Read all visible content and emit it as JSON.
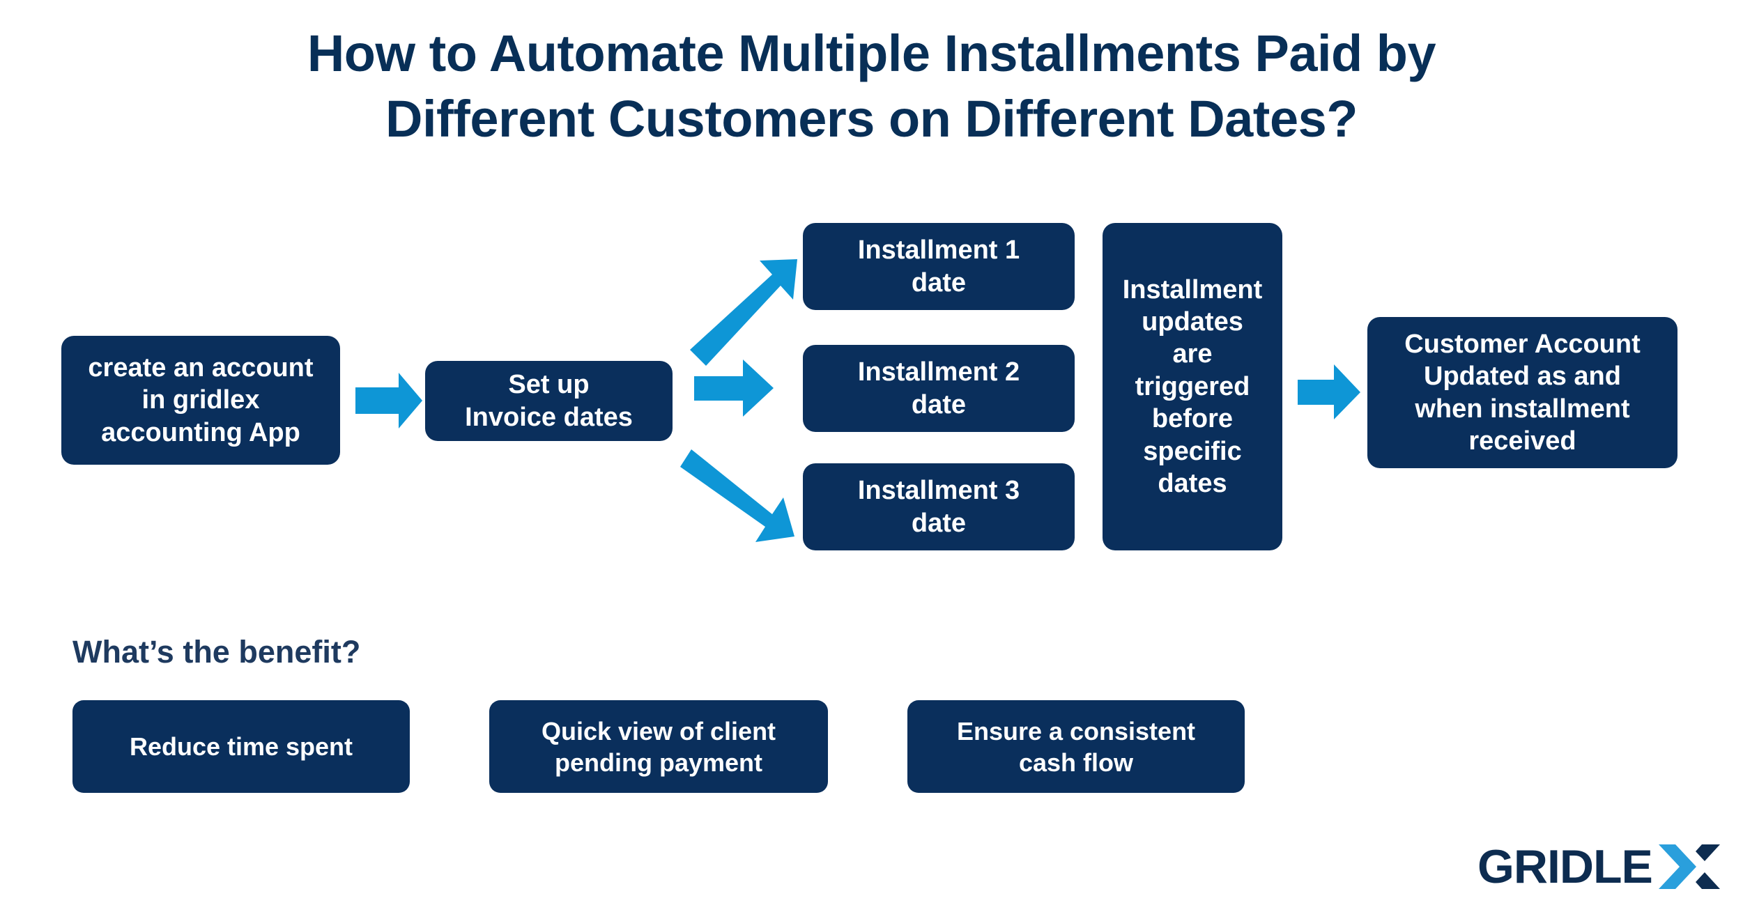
{
  "title": {
    "line1": "How to Automate Multiple Installments Paid by",
    "line2": "Different Customers on Different Dates?",
    "color": "#082f57"
  },
  "colors": {
    "node_navy": "#0a2f5c",
    "arrow_blue": "#0e96d6",
    "logo_navy": "#0d2c50",
    "logo_blue": "#2a9fdc",
    "background": "#ffffff",
    "text_white": "#ffffff"
  },
  "flow": {
    "nodes": [
      {
        "id": "create",
        "label": "create an account\nin gridlex\naccounting App"
      },
      {
        "id": "setup",
        "label": "Set up\nInvoice dates"
      },
      {
        "id": "inst1",
        "label": "Installment 1\ndate"
      },
      {
        "id": "inst2",
        "label": "Installment 2\ndate"
      },
      {
        "id": "inst3",
        "label": "Installment 3\ndate"
      },
      {
        "id": "trigger",
        "label": "Installment\nupdates\nare\ntriggered\nbefore\nspecific\ndates"
      },
      {
        "id": "customer",
        "label": "Customer Account\nUpdated as and\nwhen installment\nreceived"
      }
    ],
    "arrows": [
      {
        "id": "create-to-setup",
        "direction": "right"
      },
      {
        "id": "setup-to-inst1",
        "direction": "up-right"
      },
      {
        "id": "setup-to-inst2",
        "direction": "right"
      },
      {
        "id": "setup-to-inst3",
        "direction": "down-right"
      },
      {
        "id": "trigger-to-customer",
        "direction": "right"
      }
    ]
  },
  "benefits": {
    "heading": "What’s the benefit?",
    "items": [
      {
        "id": "reduce-time",
        "label": "Reduce time spent"
      },
      {
        "id": "quick-view",
        "label": "Quick view of client\npending payment"
      },
      {
        "id": "cash-flow",
        "label": "Ensure a consistent\ncash flow"
      }
    ]
  },
  "logo": {
    "word": "GRIDLE",
    "mark": "X",
    "name": "gridlex-logo"
  }
}
